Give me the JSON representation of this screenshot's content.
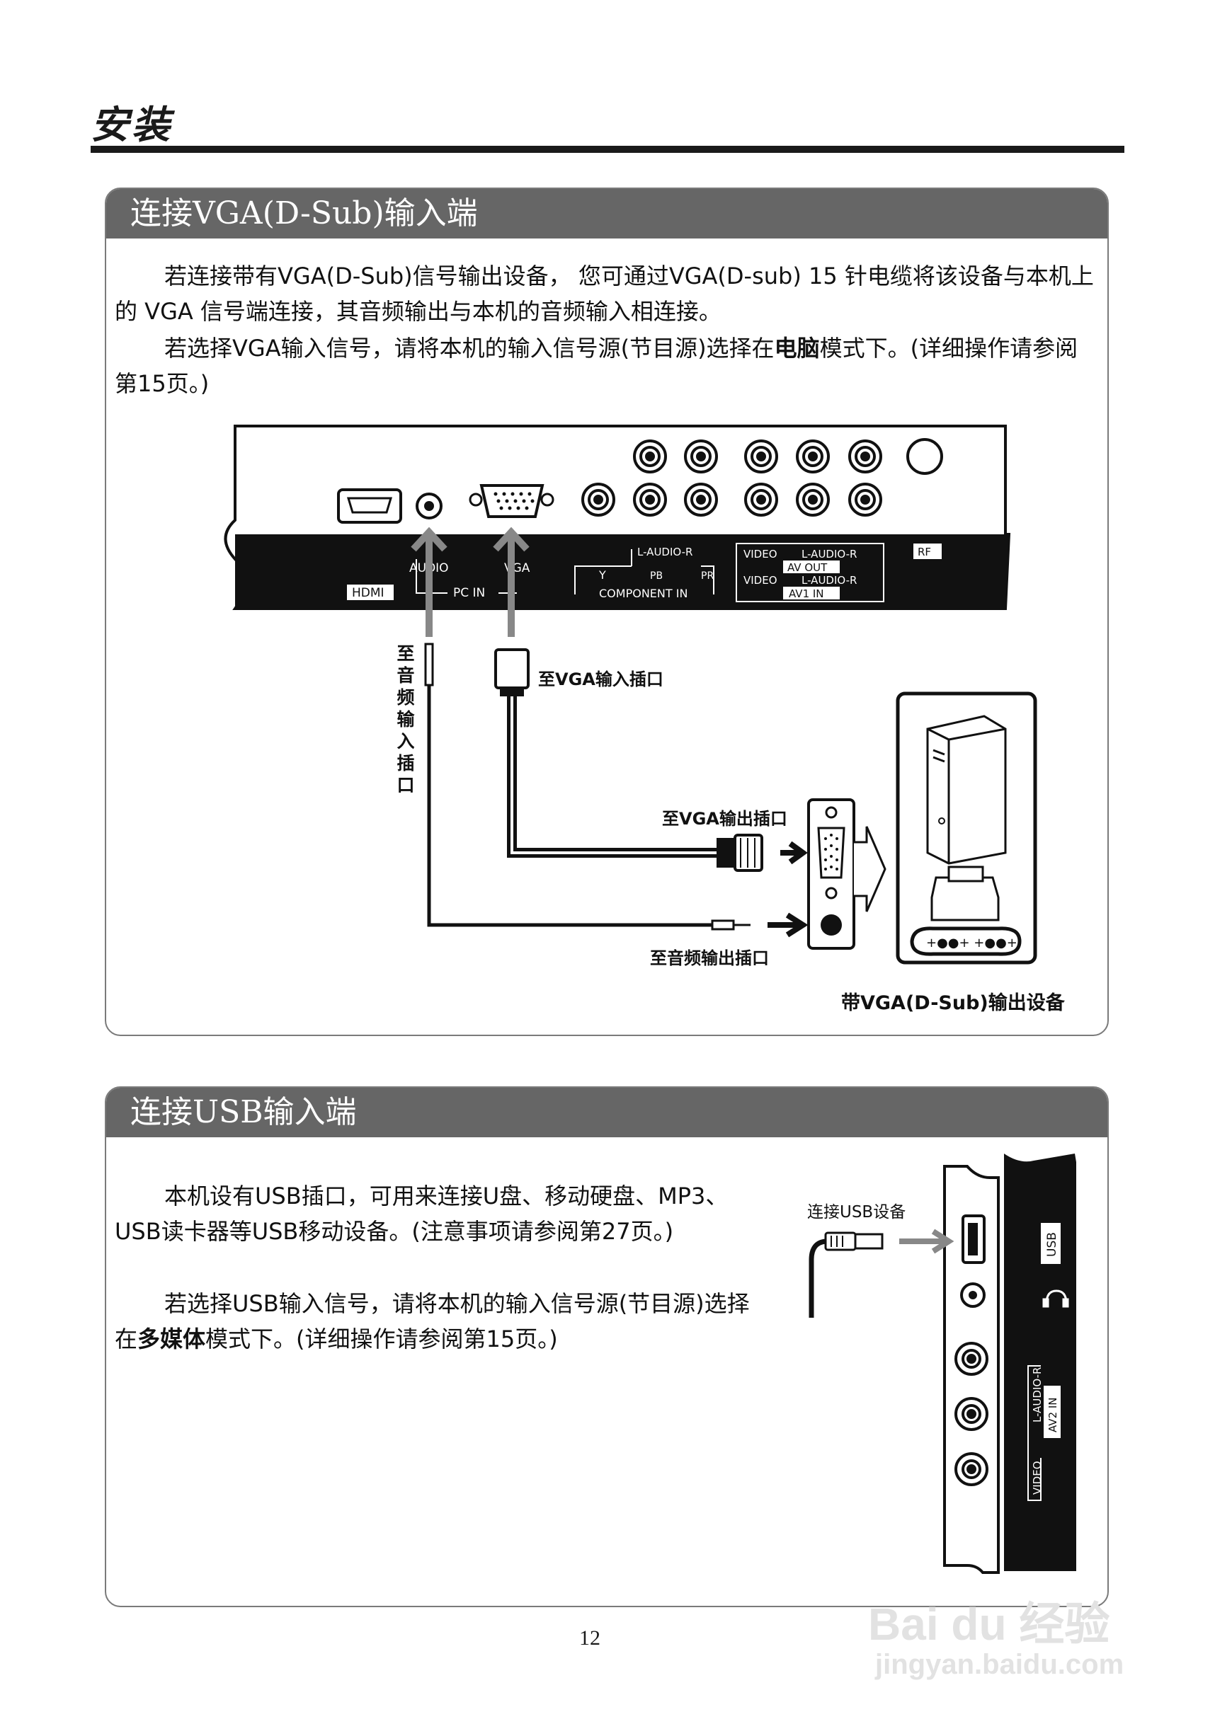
{
  "page": {
    "heading": "安装",
    "page_number": "12"
  },
  "vga_section": {
    "title": "连接VGA(D-Sub)输入端",
    "paragraph1": "若连接带有VGA(D-Sub)信号输出设备， 您可通过VGA(D-sub) 15 针电缆将该设备与本机上的 VGA 信号端连接，其音频输出与本机的音频输入相连接。",
    "paragraph2_pre": "若选择VGA输入信号，请将本机的输入信号源(节目源)选择在",
    "paragraph2_bold": "电脑",
    "paragraph2_post": "模式下。(详细操作请参阅第15页。)",
    "diagram": {
      "port_labels": {
        "hdmi": "HDMI",
        "audio": "AUDIO",
        "vga": "VGA",
        "pc_in": "PC IN",
        "l_audio_r": "L-AUDIO-R",
        "y": "Y",
        "pb": "PB",
        "pr": "PR",
        "component_in": "COMPONENT IN",
        "video": "VIDEO",
        "av_out": "AV OUT",
        "av1_in": "AV1 IN",
        "rf": "RF"
      },
      "callouts": {
        "to_audio_input": "至音频输入插口",
        "to_vga_input": "至VGA输入插口",
        "to_vga_output": "至VGA输出插口",
        "to_audio_output": "至音频输出插口",
        "device_caption": "带VGA(D-Sub)输出设备"
      }
    }
  },
  "usb_section": {
    "title": "连接USB输入端",
    "paragraph1": "本机设有USB插口，可用来连接U盘、移动硬盘、MP3、USB读卡器等USB移动设备。(注意事项请参阅第27页。)",
    "paragraph2_pre": "若选择USB输入信号，请将本机的输入信号源(节目源)选择在",
    "paragraph2_bold": "多媒体",
    "paragraph2_post": "模式下。(详细操作请参阅第15页。)",
    "diagram": {
      "connect_label": "连接USB设备",
      "usb_label": "USB",
      "l_audio_r": "L-AUDIO-R",
      "av2_in": "AV2 IN",
      "video": "VIDEO"
    }
  },
  "watermark": {
    "brand": "Bai du",
    "brand_cn": "经验",
    "url": "jingyan.baidu.com"
  }
}
